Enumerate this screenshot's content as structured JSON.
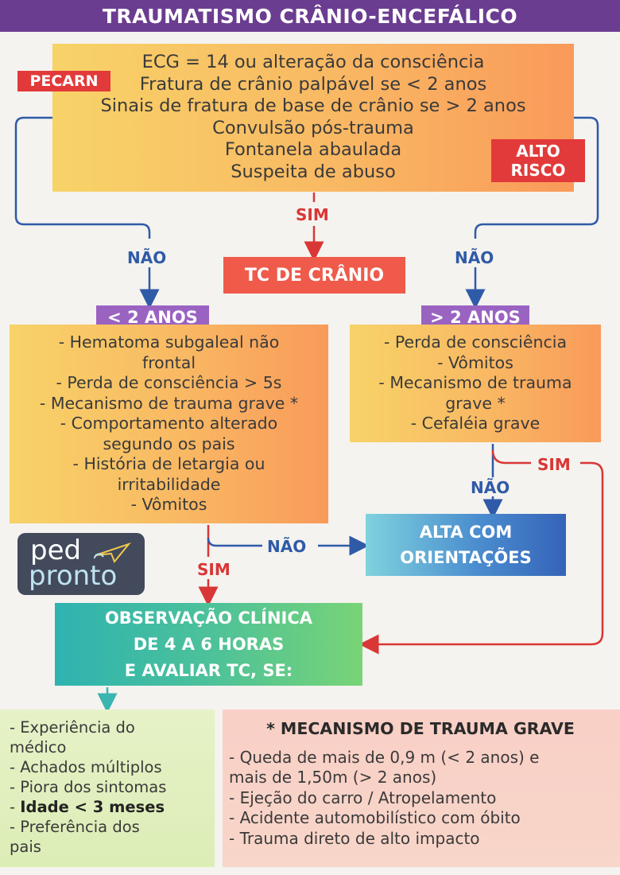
{
  "title": "TRAUMATISMO CRÂNIO-ENCEFÁLICO",
  "top_box": {
    "tag": "PECARN",
    "risk_label": "ALTO\nRISCO",
    "lines": [
      "ECG = 14  ou alteração da consciência",
      "Fratura de crânio palpável se < 2 anos",
      "Sinais de fratura de base de crânio se > 2 anos",
      "Convulsão pós-trauma",
      "Fontanela abaulada",
      "Suspeita de abuso"
    ]
  },
  "flow": {
    "sim": "SIM",
    "nao": "NÃO",
    "tc_cranio": "TC DE CRÂNIO"
  },
  "under2": {
    "label": "< 2 ANOS",
    "lines": [
      "- Hematoma subgaleal não",
      "frontal",
      "- Perda de consciência > 5s",
      "- Mecanismo de trauma grave *",
      "- Comportamento alterado",
      "segundo os pais",
      "- História de letargia ou",
      "irritabilidade",
      "- Vômitos"
    ]
  },
  "over2": {
    "label": "> 2 ANOS",
    "lines": [
      "- Perda de consciência",
      "- Vômitos",
      "- Mecanismo de trauma",
      "grave *",
      "- Cefaléia grave"
    ]
  },
  "alta": {
    "line1": "ALTA COM",
    "line2": "ORIENTAÇÕES"
  },
  "logo": {
    "line1": "ped",
    "line2": "pronto"
  },
  "observacao": {
    "line1": "OBSERVAÇÃO CLÍNICA",
    "line2": "DE 4 A 6 HORAS",
    "line3": "E AVALIAR TC, SE:"
  },
  "criteria": {
    "lines": [
      "- Experiência do",
      "médico",
      "- Achados múltiplos",
      "- Piora dos sintomas"
    ],
    "bold_line": "Idade < 3 meses",
    "bold_prefix": "- ",
    "tail_lines": [
      "- Preferência dos",
      "pais"
    ]
  },
  "mechanism": {
    "title": "* MECANISMO DE TRAUMA GRAVE",
    "lines": [
      "- Queda de mais de 0,9 m (< 2 anos) e",
      "mais de 1,50m (> 2 anos)",
      "- Ejeção do carro / Atropelamento",
      "- Acidente automobilístico com óbito",
      "- Trauma direto de alto impacto"
    ]
  },
  "colors": {
    "title_bg": "#6b3d91",
    "red": "#e23a3a",
    "blue_arrow": "#2f5aa8",
    "purple": "#9a63c2"
  }
}
